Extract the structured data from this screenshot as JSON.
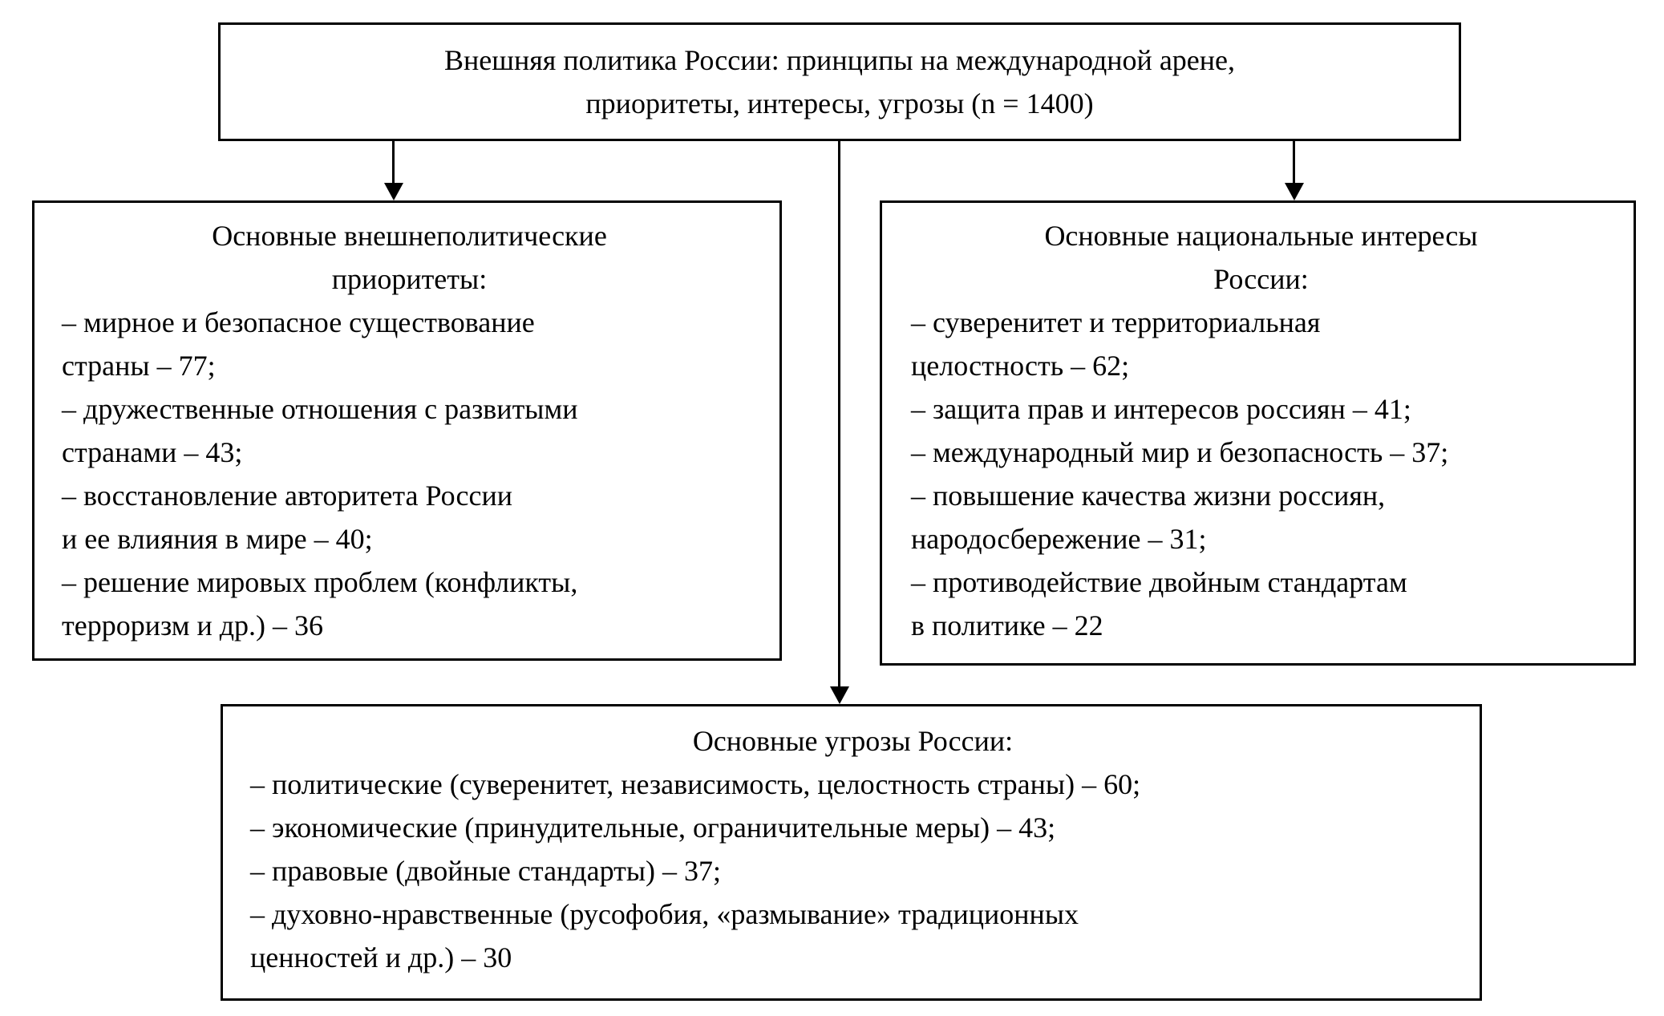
{
  "diagram": {
    "colors": {
      "background": "#ffffff",
      "border": "#000000",
      "text": "#000000"
    },
    "top_box": {
      "text": "Внешняя политика России: принципы на международной арене,\nприоритеты, интересы, угрозы (n = 1400)"
    },
    "left_box": {
      "title": "Основные внешнеполитические\nприоритеты:",
      "items": [
        "– мирное и безопасное существование\nстраны – 77;",
        "– дружественные отношения с развитыми\nстранами – 43;",
        "– восстановление авторитета России\nи ее влияния в мире – 40;",
        "– решение мировых проблем (конфликты,\nтерроризм и др.) – 36"
      ]
    },
    "right_box": {
      "title": "Основные национальные интересы\nРоссии:",
      "items": [
        "– суверенитет и территориальная\nцелостность – 62;",
        "– защита прав и интересов россиян – 41;",
        "– международный мир и безопасность – 37;",
        "– повышение качества жизни россиян,\nнародосбережение – 31;",
        "– противодействие двойным стандартам\nв политике – 22"
      ]
    },
    "bottom_box": {
      "title": "Основные угрозы России:",
      "items": [
        "– политические (суверенитет, независимость, целостность страны) – 60;",
        "– экономические (принудительные, ограничительные меры) – 43;",
        "– правовые (двойные стандарты) – 37;",
        "– духовно-нравственные (русофобия, «размывание» традиционных\nценностей и др.) – 30"
      ]
    }
  }
}
